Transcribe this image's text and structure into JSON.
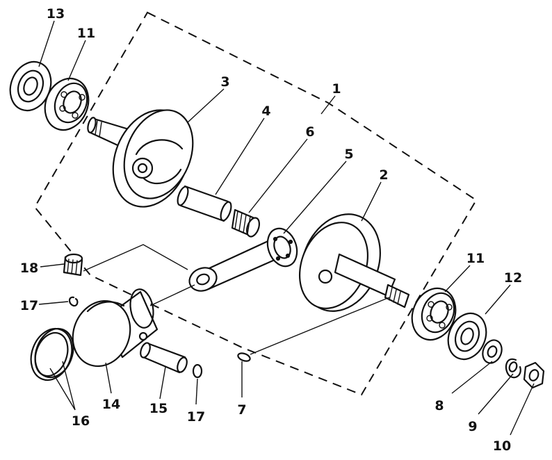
{
  "diagram": {
    "callouts": {
      "c1": "1",
      "c2": "2",
      "c3": "3",
      "c4": "4",
      "c5": "5",
      "c6": "6",
      "c7": "7",
      "c8": "8",
      "c9": "9",
      "c10": "10",
      "c11a": "11",
      "c11b": "11",
      "c12": "12",
      "c13": "13",
      "c14": "14",
      "c15": "15",
      "c16": "16",
      "c17a": "17",
      "c17b": "17",
      "c18": "18"
    }
  }
}
